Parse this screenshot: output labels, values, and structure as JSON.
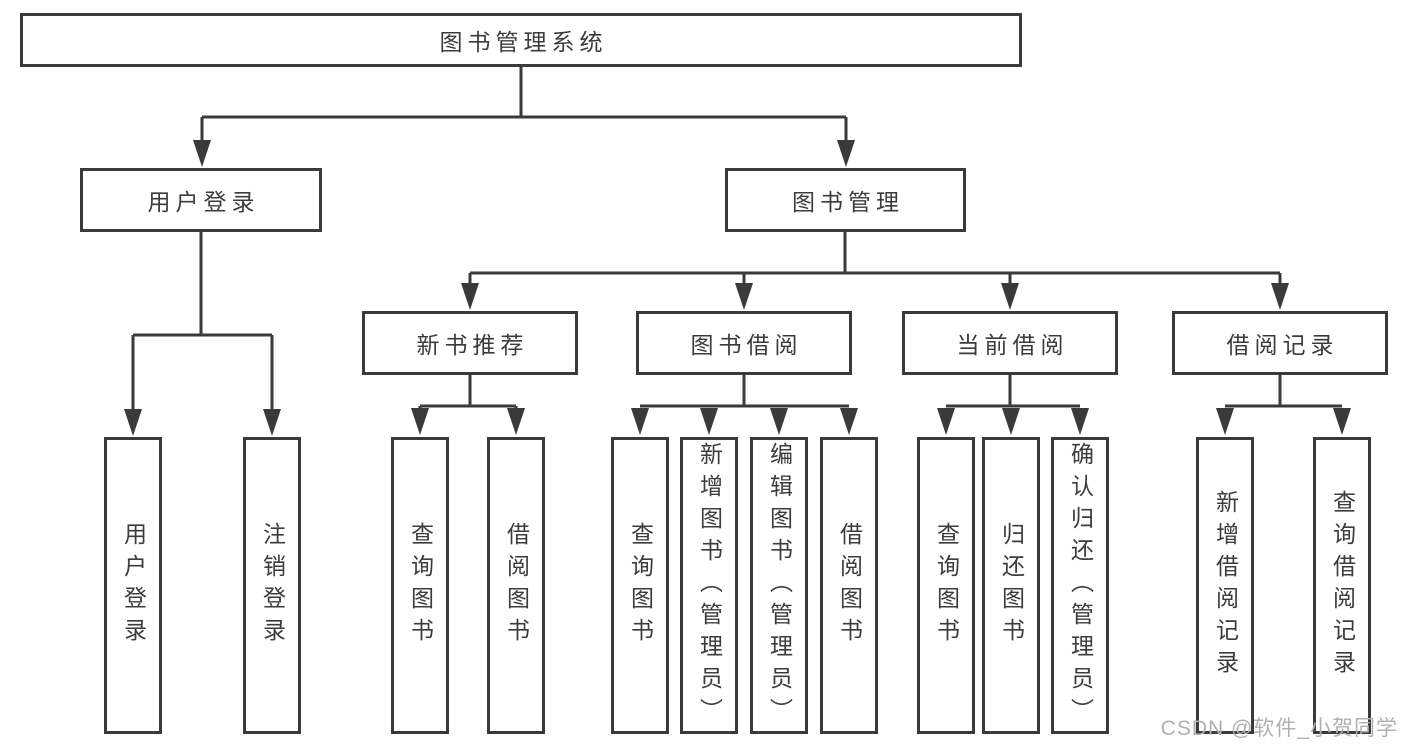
{
  "diagram": {
    "watermark": "CSDN @软件_小贺同学",
    "colors": {
      "line": "#3a3a3a",
      "box_border": "#3a3a3a",
      "text": "#3c3c3c",
      "watermark_text": "#b0b0b0",
      "background": "#ffffff"
    },
    "tree": {
      "label": "图书管理系统",
      "children": [
        {
          "label": "用户登录",
          "children": [
            {
              "label": "用户登录"
            },
            {
              "label": "注销登录"
            }
          ]
        },
        {
          "label": "图书管理",
          "children": [
            {
              "label": "新书推荐",
              "children": [
                {
                  "label": "查询图书"
                },
                {
                  "label": "借阅图书"
                }
              ]
            },
            {
              "label": "图书借阅",
              "children": [
                {
                  "label": "查询图书"
                },
                {
                  "label": "新增图书（管理员）"
                },
                {
                  "label": "编辑图书（管理员）"
                },
                {
                  "label": "借阅图书"
                }
              ]
            },
            {
              "label": "当前借阅",
              "children": [
                {
                  "label": "查询图书"
                },
                {
                  "label": "归还图书"
                },
                {
                  "label": "确认归还（管理员）"
                }
              ]
            },
            {
              "label": "借阅记录",
              "children": [
                {
                  "label": "新增借阅记录"
                },
                {
                  "label": "查询借阅记录"
                }
              ]
            }
          ]
        }
      ]
    }
  }
}
